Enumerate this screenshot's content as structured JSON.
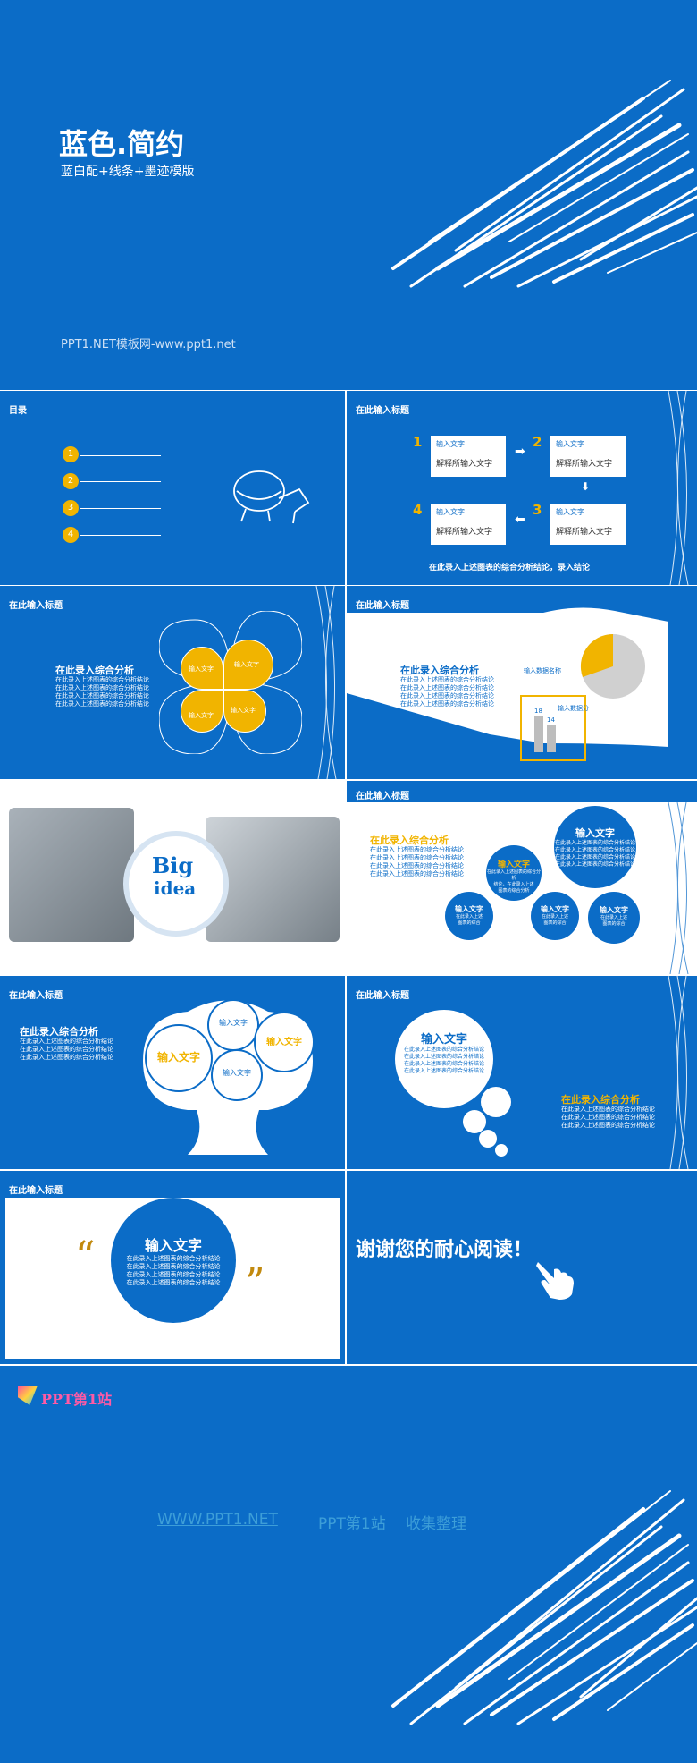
{
  "cover": {
    "title": "蓝色.简约",
    "subtitle": "蓝白配+线条+墨迹模版",
    "site": "PPT1.NET模板网-www.ppt1.net"
  },
  "toc": {
    "header": "目录",
    "items": [
      "1",
      "2",
      "3",
      "4"
    ]
  },
  "process": {
    "header": "在此输入标题",
    "steps": [
      {
        "num": "1",
        "label": "输入文字",
        "desc": "解释所输入文字"
      },
      {
        "num": "2",
        "label": "输入文字",
        "desc": "解释所输入文字"
      },
      {
        "num": "3",
        "label": "输入文字",
        "desc": "解释所输入文字"
      },
      {
        "num": "4",
        "label": "输入文字",
        "desc": "解释所输入文字"
      }
    ],
    "conclusion": "在此录入上述图表的综合分析结论，录入结论"
  },
  "flower": {
    "header": "在此输入标题",
    "analysis_title": "在此录入综合分析",
    "analysis_lines": [
      "在此录入上述图表的综合分析结论",
      "在此录入上述图表的综合分析结论",
      "在此录入上述图表的综合分析结论",
      "在此录入上述图表的综合分析结论"
    ],
    "petals": [
      "输入文字",
      "输入文字",
      "输入文字",
      "输入文字"
    ]
  },
  "pie": {
    "header": "在此输入标题",
    "analysis_title": "在此录入综合分析",
    "analysis_lines": [
      "在此录入上述图表的综合分析结论",
      "在此录入上述图表的综合分析结论",
      "在此录入上述图表的综合分析结论",
      "在此录入上述图表的综合分析结论"
    ],
    "data_label": "输入数据名称",
    "sub_label": "输入数据分",
    "bar_values": [
      "18",
      "14"
    ]
  },
  "bigidea": {
    "word1": "Big",
    "word2": "idea"
  },
  "bubbles": {
    "header": "在此输入标题",
    "analysis_title": "在此录入综合分析",
    "analysis_lines": [
      "在此录入上述图表的综合分析结论",
      "在此录入上述图表的综合分析结论",
      "在此录入上述图表的综合分析结论",
      "在此录入上述图表的综合分析结论"
    ],
    "big_title": "输入文字",
    "big_lines": [
      "在此录入上述图表的综合分析结论",
      "在此录入上述图表的综合分析结论",
      "在此录入上述图表的综合分析结论",
      "在此录入上述图表的综合分析结论"
    ],
    "mid_title": "输入文字",
    "mid_lines": [
      "在此录入上述图表的综合分析",
      "结论，在此录入上述",
      "图表的综合分析"
    ],
    "small": [
      {
        "title": "输入文字",
        "lines": [
          "在此录入上述",
          "图表的综合"
        ]
      },
      {
        "title": "输入文字",
        "lines": [
          "在此录入上述",
          "图表的综合"
        ]
      },
      {
        "title": "输入文字",
        "lines": [
          "在此录入上述",
          "图表的综合"
        ]
      }
    ]
  },
  "tree": {
    "header": "在此输入标题",
    "analysis_title": "在此录入综合分析",
    "analysis_lines": [
      "在此录入上述图表的综合分析结论",
      "在此录入上述图表的综合分析结论",
      "在此录入上述图表的综合分析结论"
    ],
    "circles": [
      "输入文字",
      "输入文字",
      "输入文字",
      "输入文字"
    ]
  },
  "thought": {
    "header": "在此输入标题",
    "bubble_title": "输入文字",
    "bubble_lines": [
      "在此录入上述图表的综合分析结论",
      "在此录入上述图表的综合分析结论",
      "在此录入上述图表的综合分析结论",
      "在此录入上述图表的综合分析结论"
    ],
    "analysis_title": "在此录入综合分析",
    "analysis_lines": [
      "在此录入上述图表的综合分析结论",
      "在此录入上述图表的综合分析结论",
      "在此录入上述图表的综合分析结论"
    ]
  },
  "quote": {
    "header": "在此输入标题",
    "title": "输入文字",
    "lines": [
      "在此录入上述图表的综合分析结论",
      "在此录入上述图表的综合分析结论",
      "在此录入上述图表的综合分析结论",
      "在此录入上述图表的综合分析结论"
    ],
    "open_mark": "“",
    "close_mark": "”"
  },
  "thanks": {
    "text": "谢谢您的耐心阅读！"
  },
  "ending": {
    "logo": "PPT第1站",
    "link1": "WWW.PPT1.NET",
    "link2": "PPT第1站",
    "link3": "收集整理"
  },
  "colors": {
    "blue": "#0b6cc7",
    "yellow": "#f1b400",
    "white": "#ffffff"
  }
}
